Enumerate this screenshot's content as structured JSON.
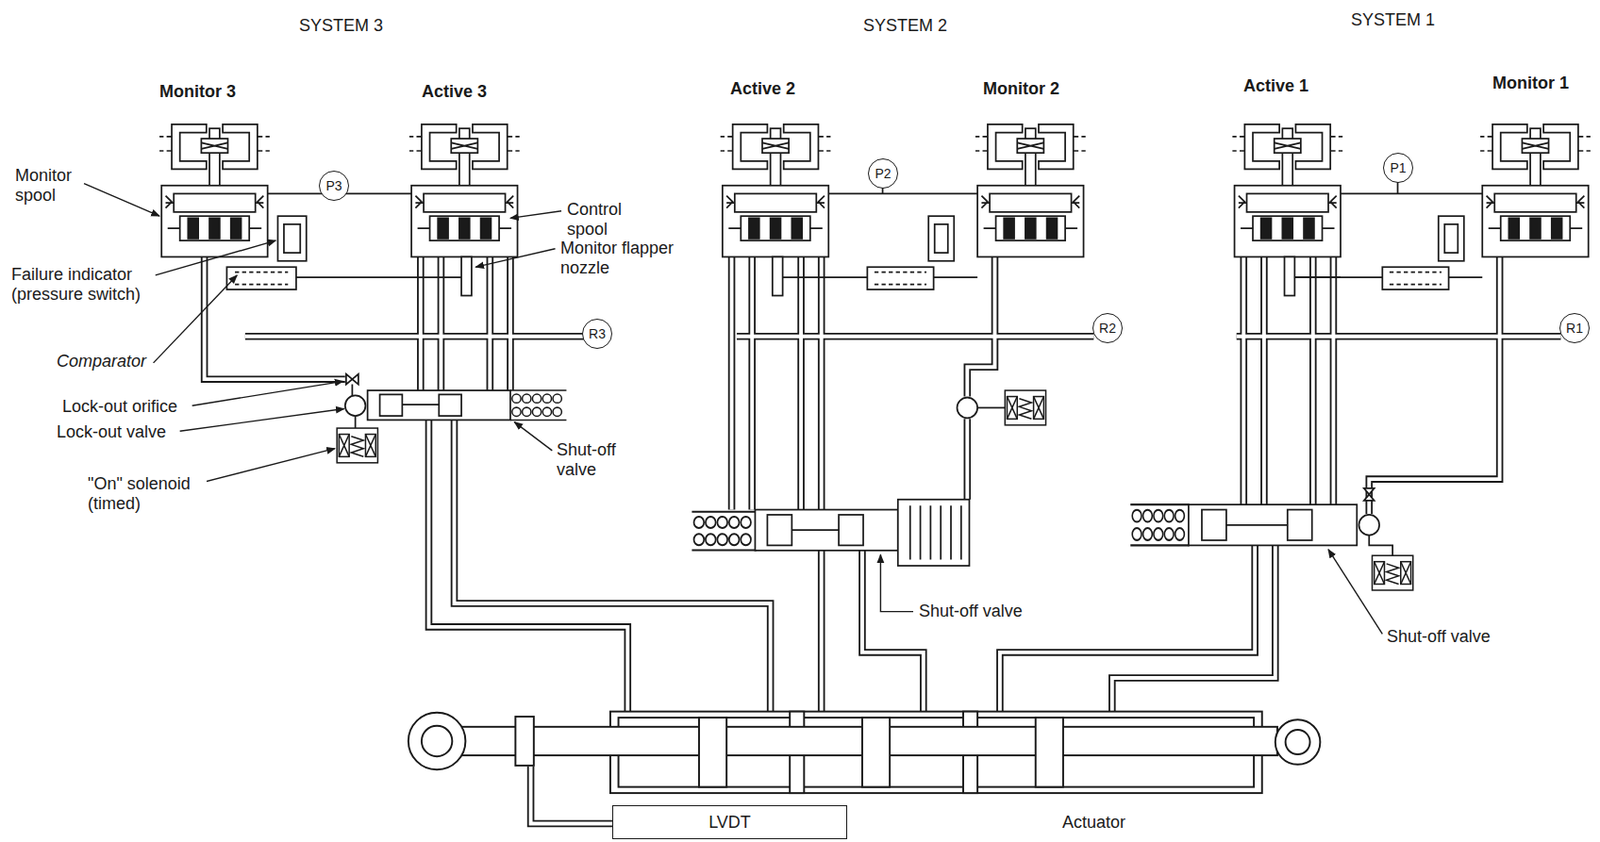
{
  "diagram": {
    "nodes": [
      {
        "text": [
          "P3"
        ]
      },
      {
        "text": [
          "R3"
        ]
      },
      {
        "text": [
          "P2"
        ]
      },
      {
        "text": [
          "R2"
        ]
      },
      {
        "text": [
          "P1"
        ]
      },
      {
        "text": [
          "R1"
        ]
      },
      {
        "text": [
          "LVDT"
        ]
      }
    ],
    "labels": [
      "SYSTEM 3",
      "SYSTEM 2",
      "SYSTEM 1",
      "Monitor 3",
      "Active 3",
      "Active 2",
      "Monitor 2",
      "Active 1",
      "Monitor 1",
      "Monitor spool",
      "Failure indicator (pressure switch)",
      "Comparator",
      "Lock-out orifice",
      "Lock-out valve",
      "\"On\" solenoid (timed)",
      "Control spool",
      "Monitor flapper nozzle",
      "Shut-off valve",
      "Shut-off valve",
      "Shut-off valve",
      "Actuator"
    ]
  }
}
